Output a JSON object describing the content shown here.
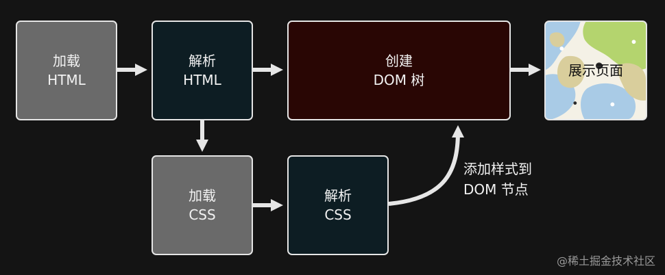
{
  "nodes": {
    "load_html": {
      "line1": "加载",
      "line2": "HTML"
    },
    "parse_html": {
      "line1": "解析",
      "line2": "HTML"
    },
    "create_dom": {
      "line1": "创建",
      "line2": "DOM 树"
    },
    "display": {
      "label": "展示页面"
    },
    "load_css": {
      "line1": "加载",
      "line2": "CSS"
    },
    "parse_css": {
      "line1": "解析",
      "line2": "CSS"
    }
  },
  "annotation": {
    "line1": "添加样式到",
    "line2": "DOM 节点"
  },
  "watermark": "@稀土掘金技术社区",
  "colors": {
    "background": "#141414",
    "gray_box": "#6a6a6a",
    "teal_box": "#0d1d23",
    "maroon_box": "#290604",
    "arrow": "#e6e6e6"
  }
}
